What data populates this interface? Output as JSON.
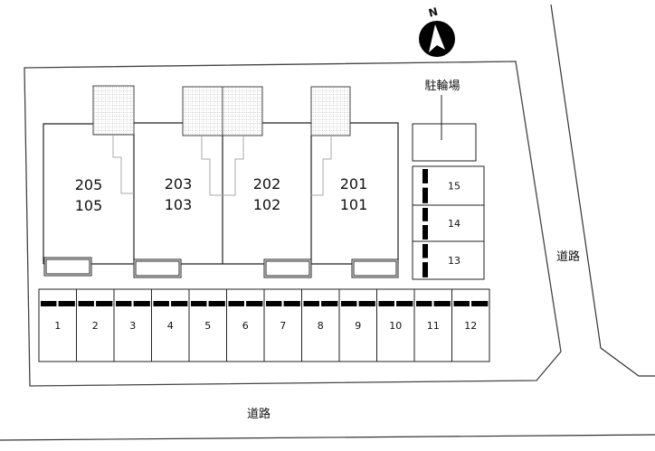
{
  "compass": {
    "label": "N"
  },
  "units": [
    {
      "upper": "205",
      "lower": "105"
    },
    {
      "upper": "203",
      "lower": "103"
    },
    {
      "upper": "202",
      "lower": "102"
    },
    {
      "upper": "201",
      "lower": "101"
    }
  ],
  "bicycle_parking": {
    "label": "駐輪場"
  },
  "side_parking": [
    "15",
    "14",
    "13"
  ],
  "front_parking": [
    "1",
    "2",
    "3",
    "4",
    "5",
    "6",
    "7",
    "8",
    "9",
    "10",
    "11",
    "12"
  ],
  "roads": {
    "east": "道路",
    "south": "道路"
  },
  "colors": {
    "line": "#222222",
    "hatch": "#888888",
    "pipe": "#aaaaaa"
  }
}
